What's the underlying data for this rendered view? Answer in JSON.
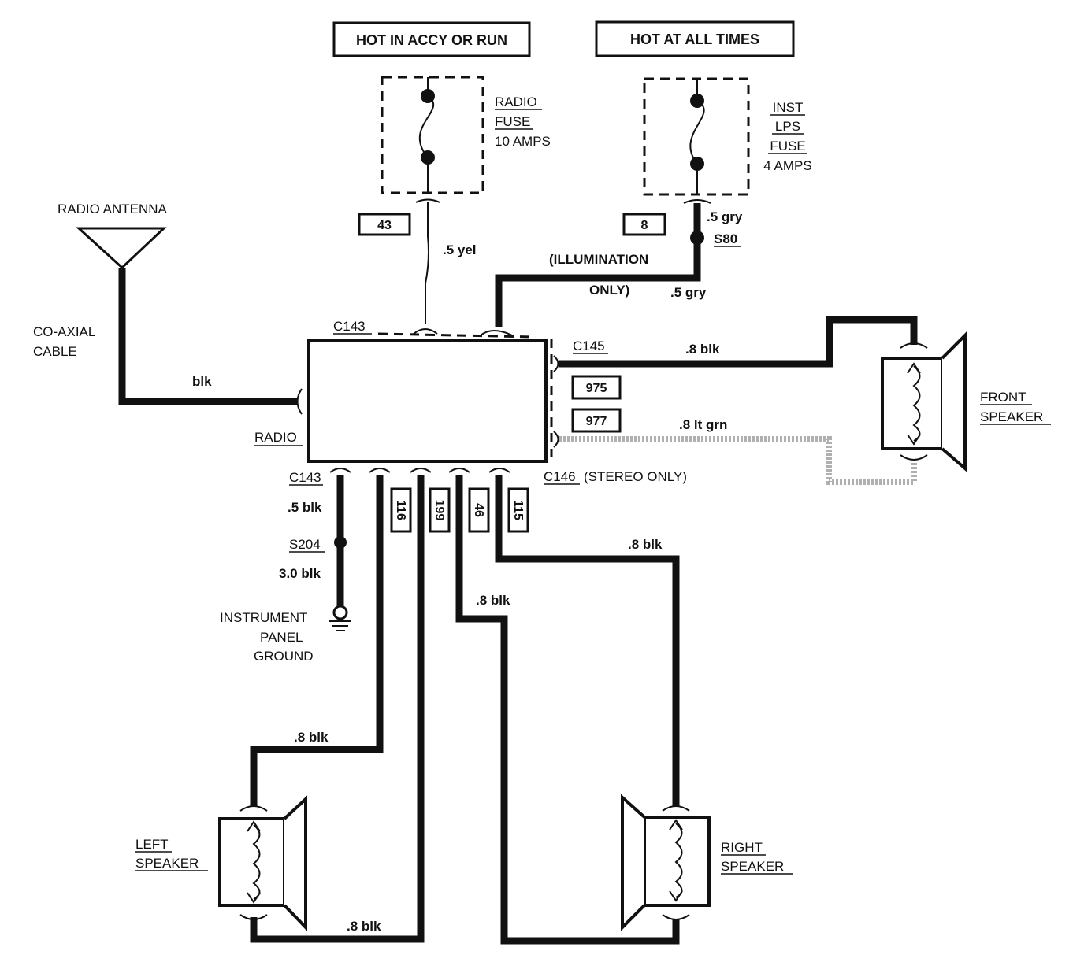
{
  "headers": {
    "accy_run": "HOT IN ACCY OR RUN",
    "all_times": "HOT AT ALL TIMES"
  },
  "fuses": {
    "radio": {
      "line1": "RADIO",
      "line2": "FUSE",
      "line3": "10 AMPS"
    },
    "inst": {
      "line1": "INST",
      "line2": "LPS",
      "line3": "FUSE",
      "line4": "4 AMPS"
    }
  },
  "circuits": {
    "c43": "43",
    "c8": "8",
    "c975": "975",
    "c977": "977",
    "c116": "116",
    "c199": "199",
    "c46": "46",
    "c115": "115"
  },
  "wires": {
    "yel": ".5 yel",
    "gry_top": ".5 gry",
    "gry_bottom": ".5 gry",
    "illum1": "(ILLUMINATION",
    "illum2": "ONLY)",
    "front_blk": ".8 blk",
    "front_grn": ".8 lt grn",
    "antenna_blk": "blk",
    "ground_blk": ".5 blk",
    "ground_blk3": "3.0 blk",
    "right_blk": ".8 blk",
    "mid_blk": ".8 blk",
    "left_blk": ".8 blk",
    "bottom_blk": ".8 blk"
  },
  "splices": {
    "s80": "S80",
    "s204": "S204"
  },
  "connectors": {
    "c143_top": "C143",
    "c145": "C145",
    "c143_bottom": "C143",
    "c146": "C146",
    "c146_note": "(STEREO ONLY)"
  },
  "components": {
    "antenna": "RADIO ANTENNA",
    "coax1": "CO-AXIAL",
    "coax2": "CABLE",
    "radio": "RADIO",
    "ground1": "INSTRUMENT",
    "ground2": "PANEL",
    "ground3": "GROUND",
    "front1": "FRONT",
    "front2": "SPEAKER",
    "left1": "LEFT",
    "left2": "SPEAKER",
    "right1": "RIGHT",
    "right2": "SPEAKER"
  }
}
